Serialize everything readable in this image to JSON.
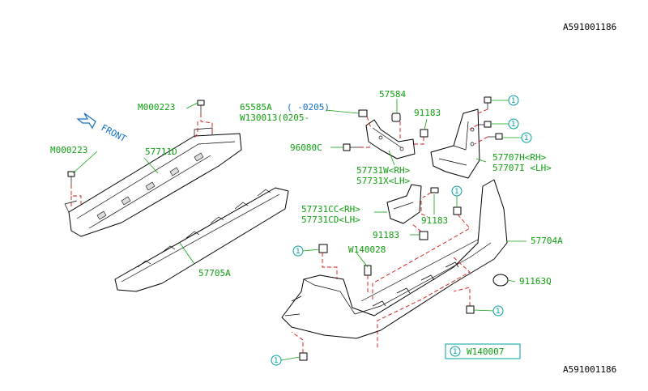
{
  "ref_code": "A591001186",
  "ref_code_bottom": "A591001186",
  "front_label": "FRONT",
  "legend": {
    "mark": "1",
    "part": "W140007"
  },
  "callout_mark": "1",
  "labels": {
    "m000223_a": "M000223",
    "m000223_b": "M000223",
    "p57711d": "57711D",
    "p57705a": "57705A",
    "p65585a": "65585A",
    "p65585a_range": "( -0205)",
    "w130013": "W130013(0205-",
    "p96080c": "96080C",
    "p57584": "57584",
    "p91183_a": "91183",
    "p57731w": "57731W<RH>",
    "p57731x": "57731X<LH>",
    "p57707h": "57707H<RH>",
    "p57707i": "57707I <LH>",
    "p57731cc": "57731CC<RH>",
    "p57731cd": "57731CD<LH>",
    "p91183_b": "91183",
    "p91183_c": "91183",
    "p57704a": "57704A",
    "w140028": "W140028",
    "p91163q": "91163Q"
  }
}
